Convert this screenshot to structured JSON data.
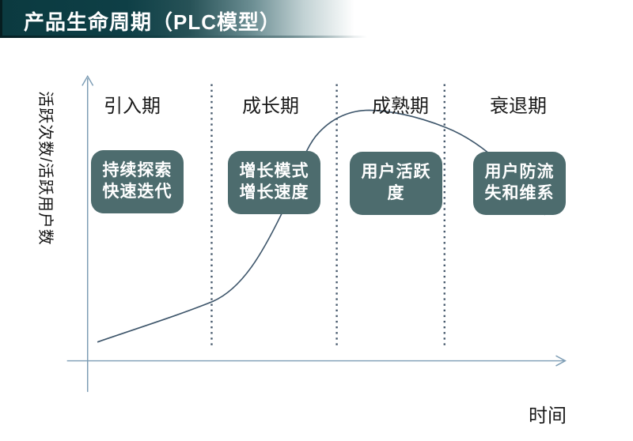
{
  "header": {
    "title": "产品生命周期（PLC模型）"
  },
  "y_axis": {
    "label": "活跃次数/活跃用户数"
  },
  "x_axis": {
    "label": "时间"
  },
  "phases": [
    {
      "label": "引入期",
      "box_line1": "持续探索",
      "box_line2": "快速迭代"
    },
    {
      "label": "成长期",
      "box_line1": "增长模式",
      "box_line2": "增长速度"
    },
    {
      "label": "成熟期",
      "box_line1": "用户活跃",
      "box_line2": "度"
    },
    {
      "label": "衰退期",
      "box_line1": "用户防流",
      "box_line2": "失和维系"
    }
  ],
  "curve": {
    "description": "S-shaped product life cycle curve: slow rise in 引入期, steep growth in 成长期, peak in 成熟期, decline in 衰退期"
  },
  "colors": {
    "header_teal": "#0b3a40",
    "box_fill": "#4d6c6e",
    "axis": "#7c9cb4",
    "divider_dots": "#45586b",
    "curve": "#3e566b",
    "text": "#1a1a1a",
    "box_text": "#ffffff"
  }
}
